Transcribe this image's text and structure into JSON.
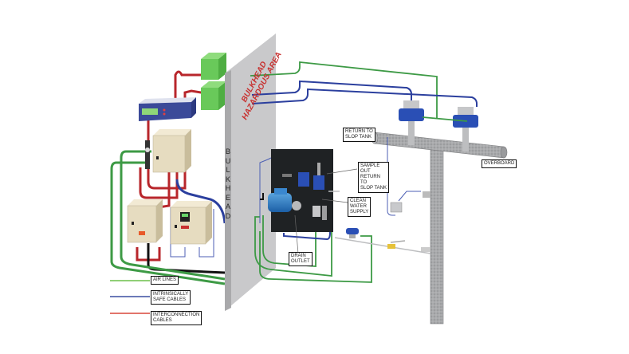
{
  "diagram": {
    "title": "Bulkhead / Hazardous Area installation layout",
    "bulkhead": {
      "vertical_text": "B\nU\nL\nK\nH\nE\nA\nD",
      "hazard_text": "BULKHEAD\nHAZARDOUS AREA"
    },
    "callouts": {
      "return_to_slop_tank": "RETURN TO\nSLOP TANK",
      "overboard": "OVERBOARD",
      "sample_out": "SAMPLE\nOUT\nRETURN\nTO\nSLOP TANK",
      "clean_water": "CLEAN\nWATER\nSUPPLY",
      "drain_outlet": "DRAIN\nOUTLET"
    },
    "legend": [
      {
        "label": "AIR LINES",
        "color": "#6cbf4a"
      },
      {
        "label": "INTRINSICALLY\nSAFE CABLES",
        "color": "#3a4fa0"
      },
      {
        "label": "INTERCONNECTION\nCABLES",
        "color": "#d9463a"
      }
    ],
    "colors": {
      "air": "#3d9a45",
      "safe": "#2b3f9e",
      "interconnect": "#b8262b",
      "black_cable": "#111111",
      "bulkhead": "#c9c9cb",
      "bulkhead_side": "#a9a9ab",
      "pipe": "#a7a8aa",
      "cabinet": "#e6dcc0",
      "panel": "#1f2224",
      "green_box": "#69c95a",
      "blue_device": "#2a4fb5"
    }
  }
}
